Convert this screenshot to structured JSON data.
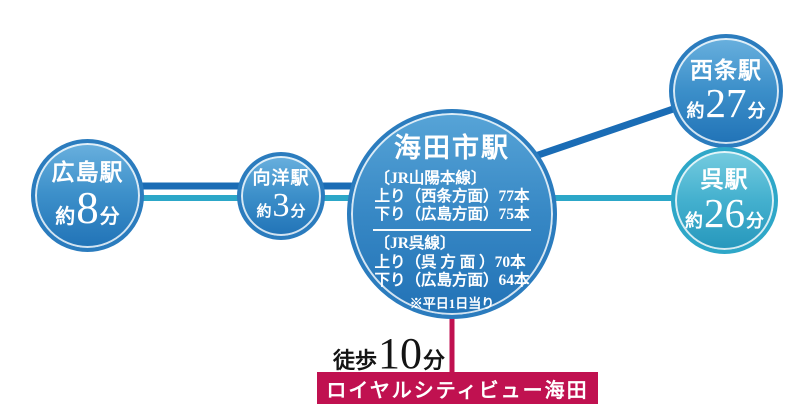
{
  "diagram": {
    "stations": [
      {
        "id": "hiroshima",
        "name": "広島駅",
        "time_prefix": "約",
        "time_value": "8",
        "time_unit": "分"
      },
      {
        "id": "mukainada",
        "name": "向洋駅",
        "time_prefix": "約",
        "time_value": "3",
        "time_unit": "分"
      },
      {
        "id": "saijo",
        "name": "西条駅",
        "time_prefix": "約",
        "time_value": "27",
        "time_unit": "分"
      },
      {
        "id": "kure",
        "name": "呉駅",
        "time_prefix": "約",
        "time_value": "26",
        "time_unit": "分"
      }
    ],
    "hub": {
      "name": "海田市駅",
      "lines": [
        {
          "line_name": "〔JR山陽本線〕",
          "up": "上り（西条方面）77本",
          "down": "下り（広島方面）75本"
        },
        {
          "line_name": "〔JR呉線〕",
          "up": "上り（呉 方 面 ）70本",
          "down": "下り（広島方面）64本"
        }
      ],
      "note": "※平日1日当り"
    },
    "walk": {
      "prefix": "徒歩",
      "value": "10",
      "unit": "分"
    },
    "property": {
      "name": "ロイヤルシティビュー海田"
    },
    "colors": {
      "line_sanyo_blue": "#1a6cb5",
      "line_kure_cyan": "#2ca7c8",
      "banner_crimson": "#c01150",
      "circle_blue_border": "#2b7cbe",
      "circle_teal_border": "#2ea7c8"
    }
  }
}
